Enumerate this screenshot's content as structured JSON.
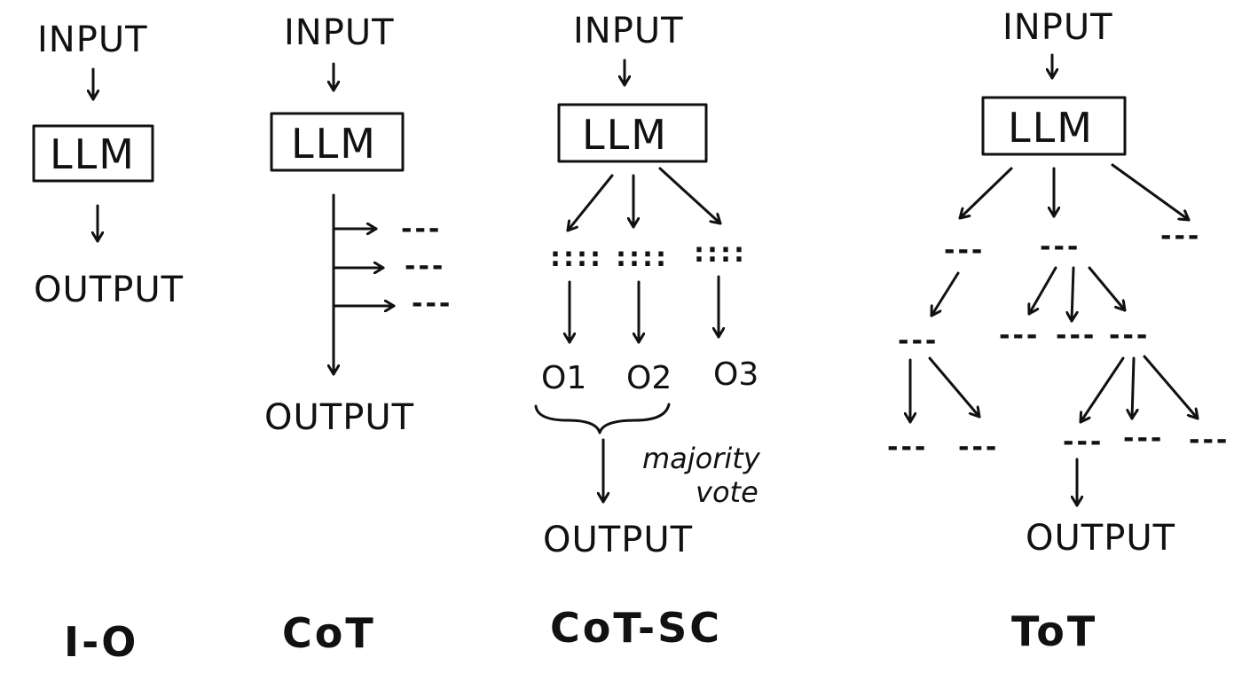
{
  "columns": {
    "io": {
      "input": "INPUT",
      "model": "LLM",
      "output": "OUTPUT",
      "caption": "I-O"
    },
    "cot": {
      "input": "INPUT",
      "model": "LLM",
      "steps": [
        "---",
        "---",
        "---"
      ],
      "output": "OUTPUT",
      "caption": "CoT"
    },
    "cotsc": {
      "input": "INPUT",
      "model": "LLM",
      "chains": [
        "::::",
        "::::",
        "::::"
      ],
      "outputs": [
        "O1",
        "O2",
        "O3"
      ],
      "vote_note_line1": "majority",
      "vote_note_line2": "vote",
      "output": "OUTPUT",
      "caption": "CoT-SC"
    },
    "tot": {
      "input": "INPUT",
      "model": "LLM",
      "level1": [
        "---",
        "---",
        "---"
      ],
      "level2": [
        "---",
        "---",
        "---",
        "---"
      ],
      "level3": [
        "---",
        "---",
        "---",
        "---",
        "---"
      ],
      "output": "OUTPUT",
      "caption": "ToT"
    }
  }
}
